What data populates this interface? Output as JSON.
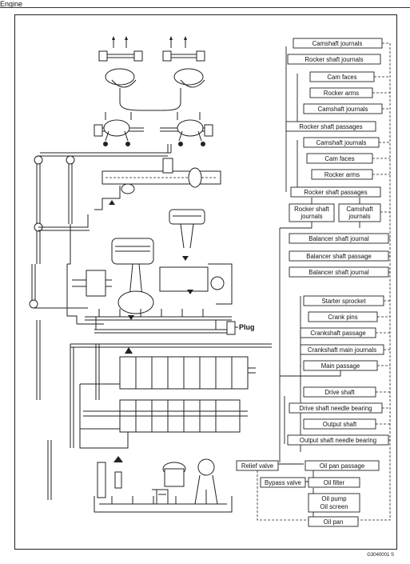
{
  "header": {
    "page_label": "Engine"
  },
  "footer": {
    "figure_code": "G3040001 S"
  },
  "plug_label": "Plug",
  "boxes": {
    "camshaft_journals_top": "Camshaft journals",
    "rocker_shaft_journals": "Rocker shaft journals",
    "cam_faces_1": "Cam faces",
    "rocker_arms_1": "Rocker arms",
    "camshaft_journals_2": "Camshaft journals",
    "rocker_shaft_passages_1": "Rocker shaft passages",
    "camshaft_journals_3": "Camshaft journals",
    "cam_faces_2": "Cam faces",
    "rocker_arms_2": "Rocker arms",
    "rocker_shaft_passages_2": "Rocker shaft passages",
    "rocker_shaft_journals_split_l1": "Rocker shaft",
    "rocker_shaft_journals_split_l2": "journals",
    "camshaft_journals_split_l1": "Camshaft",
    "camshaft_journals_split_l2": "journals",
    "balancer_shaft_journal_1": "Balancer shaft journal",
    "balancer_shaft_passage": "Balancer shaft passage",
    "balancer_shaft_journal_2": "Balancer shaft journal",
    "starter_sprocket": "Starter sprocket",
    "crank_pins": "Crank pins",
    "crankshaft_passage": "Crankshaft passage",
    "crankshaft_main_journals": "Crankshaft main journals",
    "main_passage": "Main passage",
    "drive_shaft": "Drive shaft",
    "drive_shaft_needle_bearing": "Drive shaft needle bearing",
    "output_shaft": "Output shaft",
    "output_shaft_needle_bearing": "Output shaft needle bearing",
    "relief_valve": "Relief valve",
    "oil_pan_passage": "Oil pan passage",
    "bypass_valve": "Bypass valve",
    "oil_filter": "Oil filter",
    "oil_pump": "Oil pump",
    "oil_screen": "Oil screen",
    "oil_pan": "Oil pan"
  }
}
